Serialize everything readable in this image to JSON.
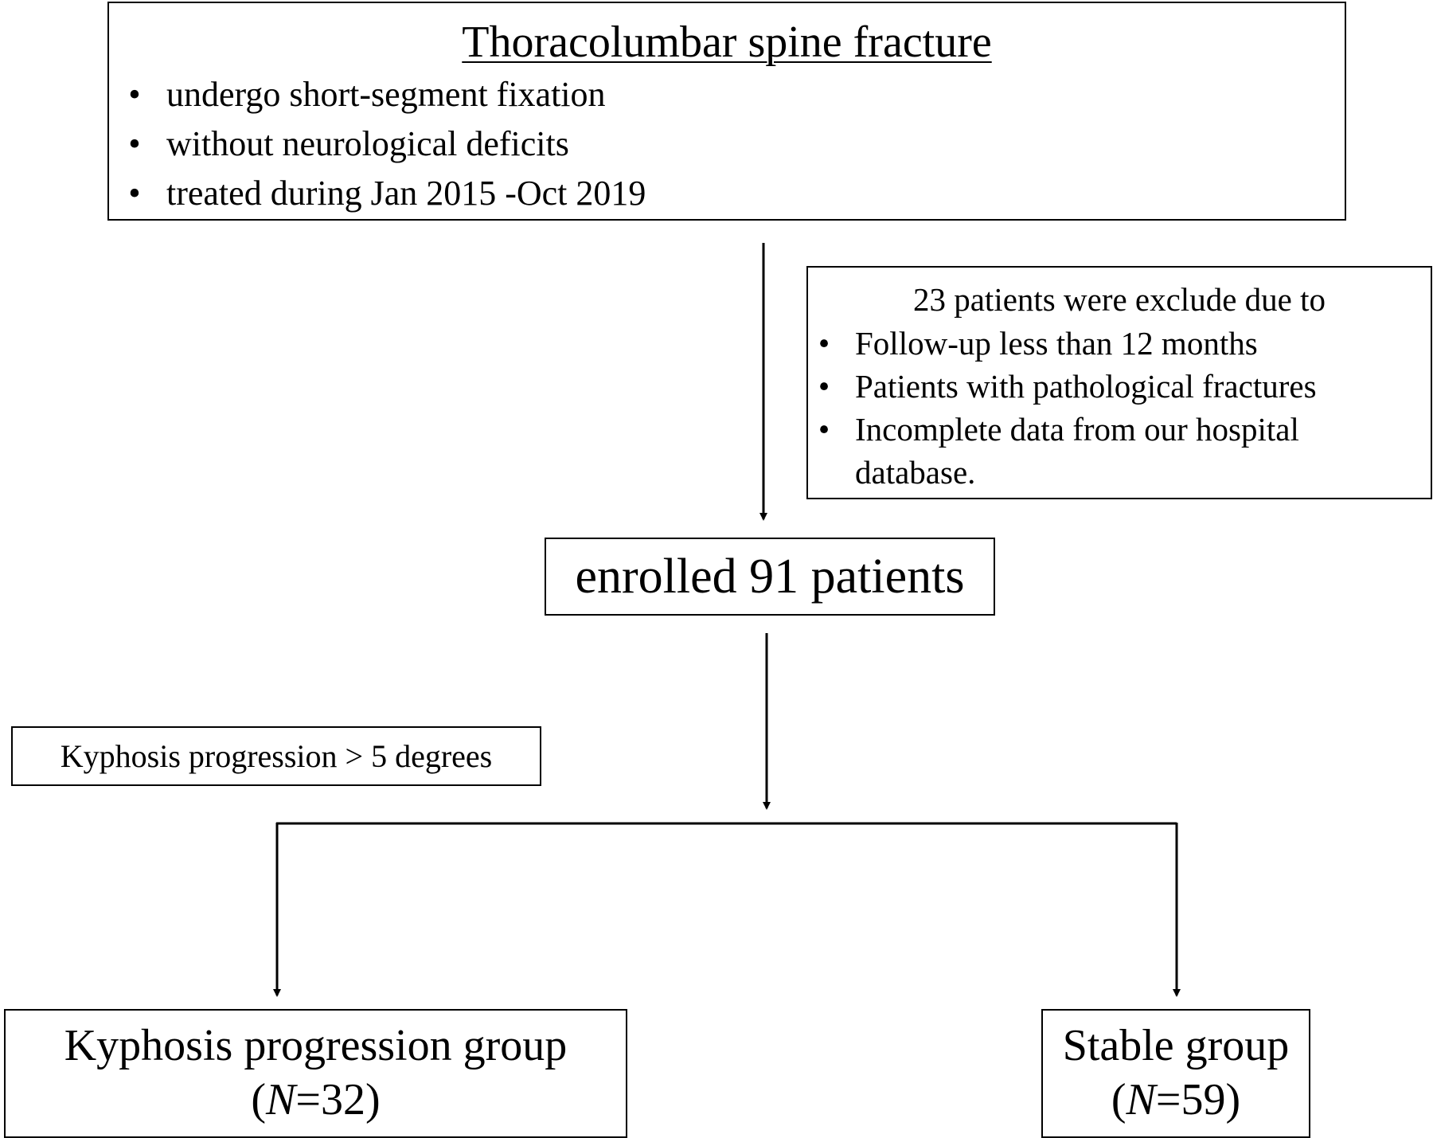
{
  "inclusion": {
    "title": "Thoracolumbar spine fracture",
    "criteria": [
      "undergo short-segment fixation",
      "without neurological deficits",
      "treated during Jan 2015 -Oct 2019"
    ]
  },
  "exclusion": {
    "heading": "23 patients were exclude due to",
    "reasons": [
      "Follow-up less than 12 months",
      "Patients with pathological fractures",
      "Incomplete data from our hospital database."
    ]
  },
  "enrolled": {
    "label": "enrolled 91 patients"
  },
  "split_criterion": {
    "label": "Kyphosis progression > 5 degrees"
  },
  "groups": {
    "kyphosis": {
      "name": "Kyphosis progression group",
      "n_symbol": "N",
      "n_value": "=32"
    },
    "stable": {
      "name": "Stable group",
      "n_symbol": "N",
      "n_value": "=59"
    }
  },
  "bullet_glyph": "•",
  "colors": {
    "line": "#000000",
    "background": "#ffffff"
  }
}
